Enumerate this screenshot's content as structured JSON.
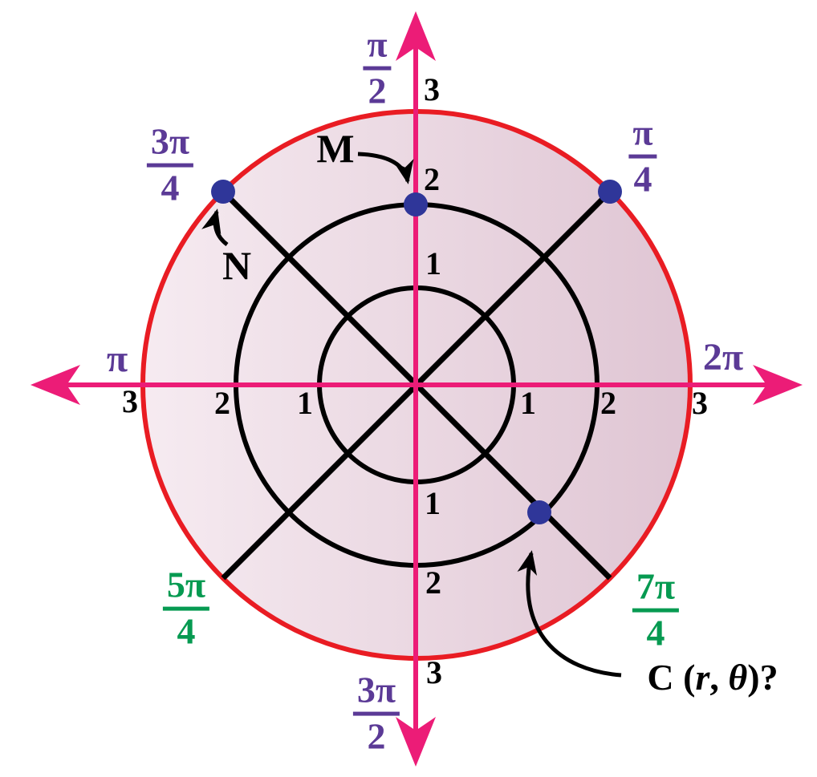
{
  "figure": {
    "description": "Polar coordinate grid with concentric circles r=1,2,3, angle rays every quarter-pi, and three marked points",
    "points": [
      {
        "name": "M",
        "r": 2,
        "theta": "pi/2"
      },
      {
        "name": "N",
        "r": 3,
        "theta": "3pi/4"
      },
      {
        "name": "unlabeled",
        "r": 3,
        "theta": "pi/4"
      },
      {
        "name": "C",
        "r": 2,
        "theta": "7pi/4"
      }
    ]
  },
  "colors": {
    "axis_pink": "#ec1c77",
    "outer_circle_red": "#e91c23",
    "fill_left": "#f4e6ee",
    "fill_right": "#dfc5d3",
    "label_purple": "#5b3a96",
    "label_green": "#069a51",
    "point_blue": "#2f3699",
    "grid_black": "#000000"
  },
  "angles": {
    "pi_2": {
      "num": "π",
      "den": "2"
    },
    "pi_4": {
      "num": "π",
      "den": "4"
    },
    "three_pi_4": {
      "num": "3π",
      "den": "4"
    },
    "pi": {
      "label": "π"
    },
    "two_pi": {
      "label": "2π"
    },
    "five_pi_4": {
      "num": "5π",
      "den": "4"
    },
    "seven_pi_4": {
      "num": "7π",
      "den": "4"
    },
    "three_pi_2": {
      "num": "3π",
      "den": "2"
    }
  },
  "radial_ticks": {
    "up": [
      "3",
      "2",
      "1"
    ],
    "down": [
      "1",
      "2",
      "3"
    ],
    "left": [
      "3",
      "2",
      "1"
    ],
    "right": [
      "1",
      "2",
      "3"
    ]
  },
  "points": {
    "M": {
      "label": "M"
    },
    "N": {
      "label": "N"
    },
    "C": {
      "pre": "C (",
      "r": "r",
      "mid": ", ",
      "theta": "θ",
      "post": ")?"
    }
  }
}
